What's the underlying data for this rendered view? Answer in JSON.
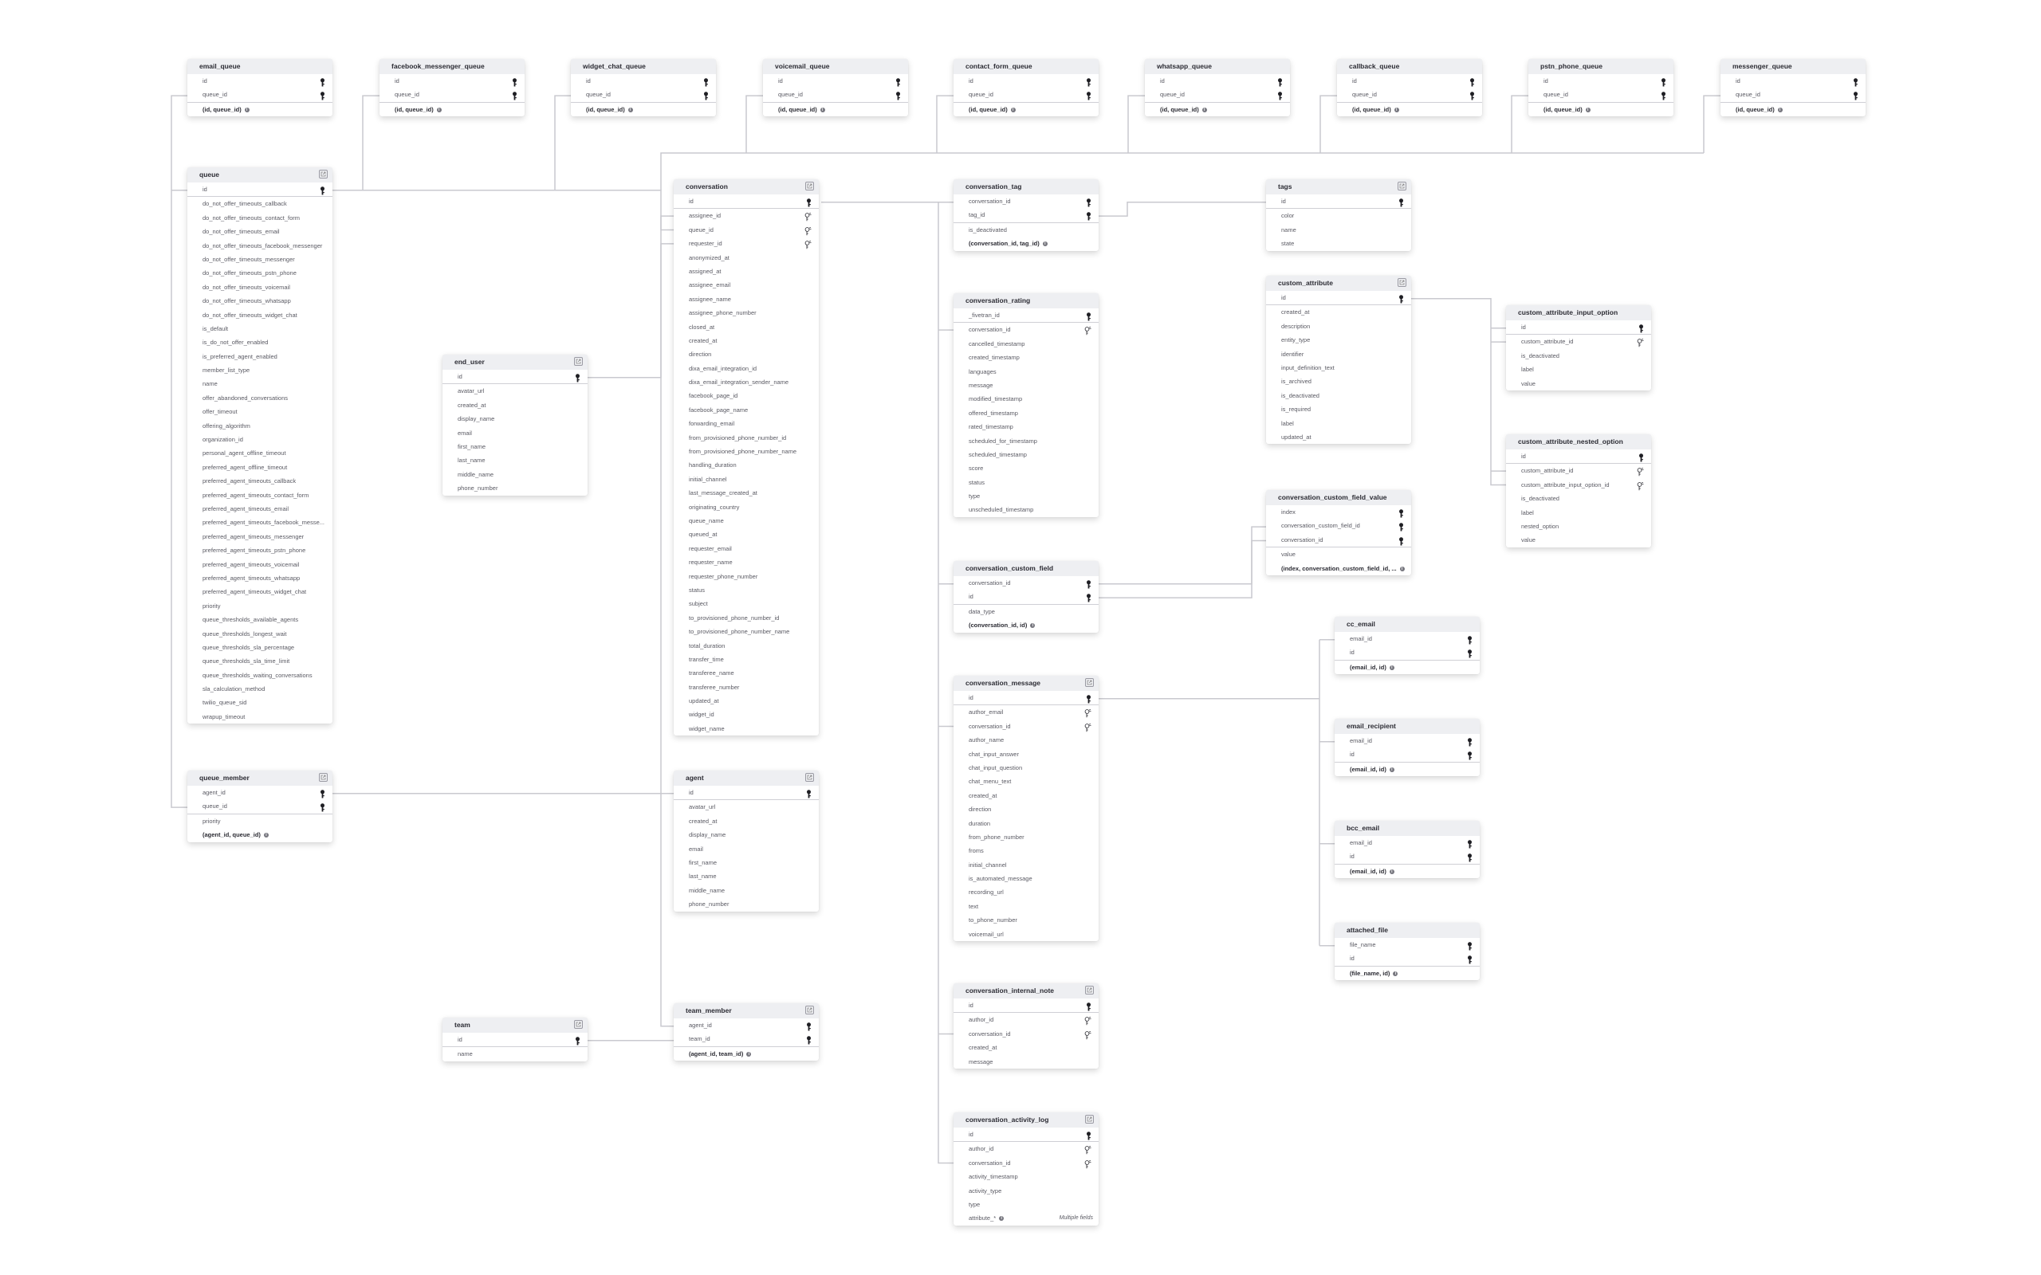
{
  "tables": [
    {
      "name": "email_queue",
      "pk": [
        {
          "name": "id",
          "key": "pk"
        },
        {
          "name": "queue_id",
          "key": "pk"
        }
      ],
      "fields": [],
      "index": "(id, queue_id)",
      "expand": false
    },
    {
      "name": "facebook_messenger_queue",
      "pk": [
        {
          "name": "id",
          "key": "pk"
        },
        {
          "name": "queue_id",
          "key": "pk"
        }
      ],
      "fields": [],
      "index": "(id, queue_id)",
      "expand": false
    },
    {
      "name": "widget_chat_queue",
      "pk": [
        {
          "name": "id",
          "key": "pk"
        },
        {
          "name": "queue_id",
          "key": "pk"
        }
      ],
      "fields": [],
      "index": "(id, queue_id)",
      "expand": false
    },
    {
      "name": "voicemail_queue",
      "pk": [
        {
          "name": "id",
          "key": "pk"
        },
        {
          "name": "queue_id",
          "key": "pk"
        }
      ],
      "fields": [],
      "index": "(id, queue_id)",
      "expand": false
    },
    {
      "name": "contact_form_queue",
      "pk": [
        {
          "name": "id",
          "key": "pk"
        },
        {
          "name": "queue_id",
          "key": "pk"
        }
      ],
      "fields": [],
      "index": "(id, queue_id)",
      "expand": false
    },
    {
      "name": "whatsapp_queue",
      "pk": [
        {
          "name": "id",
          "key": "pk"
        },
        {
          "name": "queue_id",
          "key": "pk"
        }
      ],
      "fields": [],
      "index": "(id, queue_id)",
      "expand": false
    },
    {
      "name": "callback_queue",
      "pk": [
        {
          "name": "id",
          "key": "pk"
        },
        {
          "name": "queue_id",
          "key": "pk"
        }
      ],
      "fields": [],
      "index": "(id, queue_id)",
      "expand": false
    },
    {
      "name": "pstn_phone_queue",
      "pk": [
        {
          "name": "id",
          "key": "pk"
        },
        {
          "name": "queue_id",
          "key": "pk"
        }
      ],
      "fields": [],
      "index": "(id, queue_id)",
      "expand": false
    },
    {
      "name": "messenger_queue",
      "pk": [
        {
          "name": "id",
          "key": "pk"
        },
        {
          "name": "queue_id",
          "key": "pk"
        }
      ],
      "fields": [],
      "index": "(id, queue_id)",
      "expand": false
    },
    {
      "name": "queue",
      "pk": [
        {
          "name": "id",
          "key": "pk"
        }
      ],
      "fields": [
        {
          "name": "do_not_offer_timeouts_callback"
        },
        {
          "name": "do_not_offer_timeouts_contact_form"
        },
        {
          "name": "do_not_offer_timeouts_email"
        },
        {
          "name": "do_not_offer_timeouts_facebook_messenger"
        },
        {
          "name": "do_not_offer_timeouts_messenger"
        },
        {
          "name": "do_not_offer_timeouts_pstn_phone"
        },
        {
          "name": "do_not_offer_timeouts_voicemail"
        },
        {
          "name": "do_not_offer_timeouts_whatsapp"
        },
        {
          "name": "do_not_offer_timeouts_widget_chat"
        },
        {
          "name": "is_default"
        },
        {
          "name": "is_do_not_offer_enabled"
        },
        {
          "name": "is_preferred_agent_enabled"
        },
        {
          "name": "member_list_type"
        },
        {
          "name": "name"
        },
        {
          "name": "offer_abandoned_conversations"
        },
        {
          "name": "offer_timeout"
        },
        {
          "name": "offering_algorithm"
        },
        {
          "name": "organization_id"
        },
        {
          "name": "personal_agent_offline_timeout"
        },
        {
          "name": "preferred_agent_offline_timeout"
        },
        {
          "name": "preferred_agent_timeouts_callback"
        },
        {
          "name": "preferred_agent_timeouts_contact_form"
        },
        {
          "name": "preferred_agent_timeouts_email"
        },
        {
          "name": "preferred_agent_timeouts_facebook_messe..."
        },
        {
          "name": "preferred_agent_timeouts_messenger"
        },
        {
          "name": "preferred_agent_timeouts_pstn_phone"
        },
        {
          "name": "preferred_agent_timeouts_voicemail"
        },
        {
          "name": "preferred_agent_timeouts_whatsapp"
        },
        {
          "name": "preferred_agent_timeouts_widget_chat"
        },
        {
          "name": "priority"
        },
        {
          "name": "queue_thresholds_available_agents"
        },
        {
          "name": "queue_thresholds_longest_wait"
        },
        {
          "name": "queue_thresholds_sla_percentage"
        },
        {
          "name": "queue_thresholds_sla_time_limit"
        },
        {
          "name": "queue_thresholds_waiting_conversations"
        },
        {
          "name": "sla_calculation_method"
        },
        {
          "name": "twilio_queue_sid"
        },
        {
          "name": "wrapup_timeout"
        }
      ],
      "index": null,
      "expand": true
    },
    {
      "name": "conversation",
      "pk": [
        {
          "name": "id",
          "key": "pk"
        }
      ],
      "fields": [
        {
          "name": "assignee_id",
          "key": "fk"
        },
        {
          "name": "queue_id",
          "key": "fk"
        },
        {
          "name": "requester_id",
          "key": "fk"
        },
        {
          "name": "anonymized_at"
        },
        {
          "name": "assigned_at"
        },
        {
          "name": "assignee_email"
        },
        {
          "name": "assignee_name"
        },
        {
          "name": "assignee_phone_number"
        },
        {
          "name": "closed_at"
        },
        {
          "name": "created_at"
        },
        {
          "name": "direction"
        },
        {
          "name": "dixa_email_integration_id"
        },
        {
          "name": "dixa_email_integration_sender_name"
        },
        {
          "name": "facebook_page_id"
        },
        {
          "name": "facebook_page_name"
        },
        {
          "name": "forwarding_email"
        },
        {
          "name": "from_provisioned_phone_number_id"
        },
        {
          "name": "from_provisioned_phone_number_name"
        },
        {
          "name": "handling_duration"
        },
        {
          "name": "initial_channel"
        },
        {
          "name": "last_message_created_at"
        },
        {
          "name": "originating_country"
        },
        {
          "name": "queue_name"
        },
        {
          "name": "queued_at"
        },
        {
          "name": "requester_email"
        },
        {
          "name": "requester_name"
        },
        {
          "name": "requester_phone_number"
        },
        {
          "name": "status"
        },
        {
          "name": "subject"
        },
        {
          "name": "to_provisioned_phone_number_id"
        },
        {
          "name": "to_provisioned_phone_number_name"
        },
        {
          "name": "total_duration"
        },
        {
          "name": "transfer_time"
        },
        {
          "name": "transferee_name"
        },
        {
          "name": "transferee_number"
        },
        {
          "name": "updated_at"
        },
        {
          "name": "widget_id"
        },
        {
          "name": "widget_name"
        }
      ],
      "index": null,
      "expand": true
    },
    {
      "name": "end_user",
      "pk": [
        {
          "name": "id",
          "key": "pk"
        }
      ],
      "fields": [
        {
          "name": "avatar_url"
        },
        {
          "name": "created_at"
        },
        {
          "name": "display_name"
        },
        {
          "name": "email"
        },
        {
          "name": "first_name"
        },
        {
          "name": "last_name"
        },
        {
          "name": "middle_name"
        },
        {
          "name": "phone_number"
        }
      ],
      "index": null,
      "expand": true
    },
    {
      "name": "queue_member",
      "pk": [
        {
          "name": "agent_id",
          "key": "pk"
        },
        {
          "name": "queue_id",
          "key": "pk"
        }
      ],
      "fields": [
        {
          "name": "priority"
        }
      ],
      "index": "(agent_id, queue_id)",
      "expand": true
    },
    {
      "name": "agent",
      "pk": [
        {
          "name": "id",
          "key": "pk"
        }
      ],
      "fields": [
        {
          "name": "avatar_url"
        },
        {
          "name": "created_at"
        },
        {
          "name": "display_name"
        },
        {
          "name": "email"
        },
        {
          "name": "first_name"
        },
        {
          "name": "last_name"
        },
        {
          "name": "middle_name"
        },
        {
          "name": "phone_number"
        }
      ],
      "index": null,
      "expand": true
    },
    {
      "name": "team",
      "pk": [
        {
          "name": "id",
          "key": "pk"
        }
      ],
      "fields": [
        {
          "name": "name"
        }
      ],
      "index": null,
      "expand": true
    },
    {
      "name": "team_member",
      "pk": [
        {
          "name": "agent_id",
          "key": "pk"
        },
        {
          "name": "team_id",
          "key": "pk"
        }
      ],
      "fields": [],
      "index": "(agent_id, team_id)",
      "expand": true
    },
    {
      "name": "conversation_tag",
      "pk": [
        {
          "name": "conversation_id",
          "key": "pk"
        },
        {
          "name": "tag_id",
          "key": "pk"
        }
      ],
      "fields": [
        {
          "name": "is_deactivated"
        }
      ],
      "index": "(conversation_id, tag_id)",
      "expand": false
    },
    {
      "name": "conversation_rating",
      "pk": [
        {
          "name": "_fivetran_id",
          "key": "pk"
        }
      ],
      "fields": [
        {
          "name": "conversation_id",
          "key": "fk"
        },
        {
          "name": "cancelled_timestamp"
        },
        {
          "name": "created_timestamp"
        },
        {
          "name": "languages"
        },
        {
          "name": "message"
        },
        {
          "name": "modified_timestamp"
        },
        {
          "name": "offered_timestamp"
        },
        {
          "name": "rated_timestamp"
        },
        {
          "name": "scheduled_for_timestamp"
        },
        {
          "name": "scheduled_timestamp"
        },
        {
          "name": "score"
        },
        {
          "name": "status"
        },
        {
          "name": "type"
        },
        {
          "name": "unscheduled_timestamp"
        }
      ],
      "index": null,
      "expand": false
    },
    {
      "name": "conversation_custom_field",
      "pk": [
        {
          "name": "conversation_id",
          "key": "pk"
        },
        {
          "name": "id",
          "key": "pk"
        }
      ],
      "fields": [
        {
          "name": "data_type"
        }
      ],
      "index": "(conversation_id, id)",
      "expand": false
    },
    {
      "name": "conversation_message",
      "pk": [
        {
          "name": "id",
          "key": "pk"
        }
      ],
      "fields": [
        {
          "name": "author_email",
          "key": "fk"
        },
        {
          "name": "conversation_id",
          "key": "fk"
        },
        {
          "name": "author_name"
        },
        {
          "name": "chat_input_answer"
        },
        {
          "name": "chat_input_question"
        },
        {
          "name": "chat_menu_text"
        },
        {
          "name": "created_at"
        },
        {
          "name": "direction"
        },
        {
          "name": "duration"
        },
        {
          "name": "from_phone_number"
        },
        {
          "name": "froms"
        },
        {
          "name": "initial_channel"
        },
        {
          "name": "is_automated_message"
        },
        {
          "name": "recording_url"
        },
        {
          "name": "text"
        },
        {
          "name": "to_phone_number"
        },
        {
          "name": "voicemail_url"
        }
      ],
      "index": null,
      "expand": true
    },
    {
      "name": "conversation_internal_note",
      "pk": [
        {
          "name": "id",
          "key": "pk"
        }
      ],
      "fields": [
        {
          "name": "author_id",
          "key": "fk"
        },
        {
          "name": "conversation_id",
          "key": "fk"
        },
        {
          "name": "created_at"
        },
        {
          "name": "message"
        }
      ],
      "index": null,
      "expand": true
    },
    {
      "name": "conversation_activity_log",
      "pk": [
        {
          "name": "id",
          "key": "pk"
        }
      ],
      "fields": [
        {
          "name": "author_id",
          "key": "fk"
        },
        {
          "name": "conversation_id",
          "key": "fk"
        },
        {
          "name": "activity_timestamp"
        },
        {
          "name": "activity_type"
        },
        {
          "name": "type"
        },
        {
          "name": "attribute_*",
          "info": true,
          "note": "Multiple fields"
        }
      ],
      "index": null,
      "expand": true
    },
    {
      "name": "tags",
      "pk": [
        {
          "name": "id",
          "key": "pk"
        }
      ],
      "fields": [
        {
          "name": "color"
        },
        {
          "name": "name"
        },
        {
          "name": "state"
        }
      ],
      "index": null,
      "expand": true
    },
    {
      "name": "custom_attribute",
      "pk": [
        {
          "name": "id",
          "key": "pk"
        }
      ],
      "fields": [
        {
          "name": "created_at"
        },
        {
          "name": "description"
        },
        {
          "name": "entity_type"
        },
        {
          "name": "identifier"
        },
        {
          "name": "input_definition_text"
        },
        {
          "name": "is_archived"
        },
        {
          "name": "is_deactivated"
        },
        {
          "name": "is_required"
        },
        {
          "name": "label"
        },
        {
          "name": "updated_at"
        }
      ],
      "index": null,
      "expand": true
    },
    {
      "name": "conversation_custom_field_value",
      "pk": [
        {
          "name": "index",
          "key": "pk"
        },
        {
          "name": "conversation_custom_field_id",
          "key": "pk"
        },
        {
          "name": "conversation_id",
          "key": "pk"
        }
      ],
      "fields": [
        {
          "name": "value"
        }
      ],
      "index": "(index, conversation_custom_field_id, ...",
      "expand": false
    },
    {
      "name": "custom_attribute_input_option",
      "pk": [
        {
          "name": "id",
          "key": "pk"
        }
      ],
      "fields": [
        {
          "name": "custom_attribute_id",
          "key": "fk"
        },
        {
          "name": "is_deactivated"
        },
        {
          "name": "label"
        },
        {
          "name": "value"
        }
      ],
      "index": null,
      "expand": false
    },
    {
      "name": "custom_attribute_nested_option",
      "pk": [
        {
          "name": "id",
          "key": "pk"
        }
      ],
      "fields": [
        {
          "name": "custom_attribute_id",
          "key": "fk"
        },
        {
          "name": "custom_attribute_input_option_id",
          "key": "fk"
        },
        {
          "name": "is_deactivated"
        },
        {
          "name": "label"
        },
        {
          "name": "nested_option"
        },
        {
          "name": "value"
        }
      ],
      "index": null,
      "expand": false
    },
    {
      "name": "cc_email",
      "pk": [
        {
          "name": "email_id",
          "key": "pk"
        },
        {
          "name": "id",
          "key": "pk"
        }
      ],
      "fields": [],
      "index": "(email_id, id)",
      "expand": false
    },
    {
      "name": "email_recipient",
      "pk": [
        {
          "name": "email_id",
          "key": "pk"
        },
        {
          "name": "id",
          "key": "pk"
        }
      ],
      "fields": [],
      "index": "(email_id, id)",
      "expand": false
    },
    {
      "name": "bcc_email",
      "pk": [
        {
          "name": "email_id",
          "key": "pk"
        },
        {
          "name": "id",
          "key": "pk"
        }
      ],
      "fields": [],
      "index": "(email_id, id)",
      "expand": false
    },
    {
      "name": "attached_file",
      "pk": [
        {
          "name": "file_name",
          "key": "pk"
        },
        {
          "name": "id",
          "key": "pk"
        }
      ],
      "fields": [],
      "index": "(file_name, id)",
      "expand": false
    }
  ],
  "colors": {
    "header_bg": "#eeeff2",
    "line": "#c9c9cf",
    "key": "#1f1f24"
  }
}
